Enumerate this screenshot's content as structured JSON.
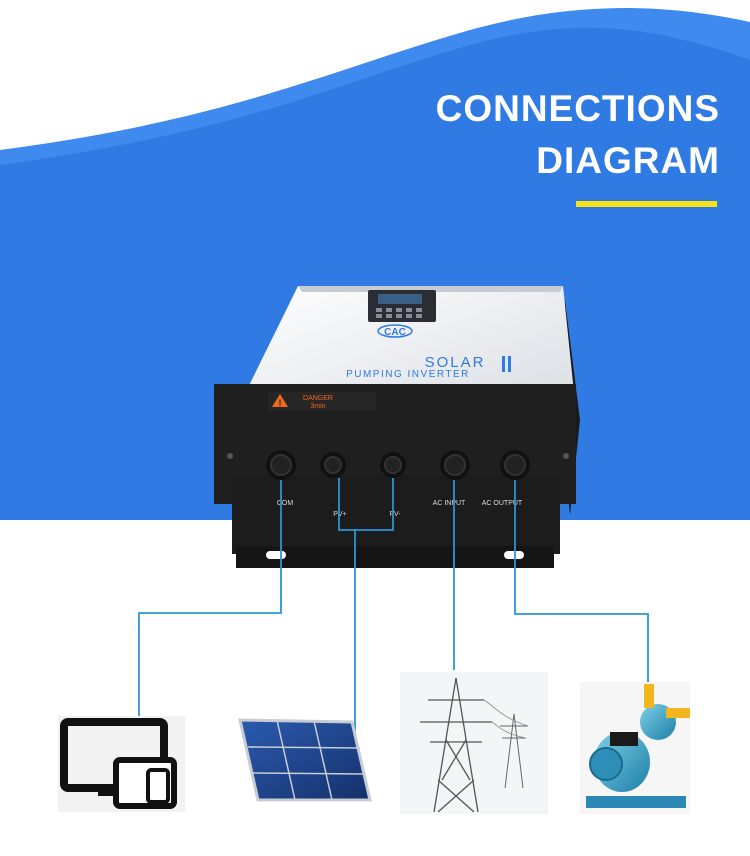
{
  "header": {
    "title_line1": "CONNECTIONS",
    "title_line2": "DIAGRAM"
  },
  "device": {
    "brand": "CAC",
    "product_line1": "SOLAR",
    "product_line2": "PUMPING INVERTER",
    "warning_line1": "DANGER",
    "warning_line2": "3min",
    "ports": [
      {
        "label": "COM"
      },
      {
        "label": "PV+"
      },
      {
        "label": "PV-"
      },
      {
        "label": "AC INPUT"
      },
      {
        "label": "AC OUTPUT"
      }
    ]
  },
  "colors": {
    "banner_blue": "#2f7ae3",
    "wave_blue": "#3f8aee",
    "underline_yellow": "#f4e21a",
    "wire_blue": "#2b95d8",
    "panel_blue": "#1d3f86",
    "device_black": "#1f1f1f",
    "warning_orange": "#f06a1c"
  }
}
